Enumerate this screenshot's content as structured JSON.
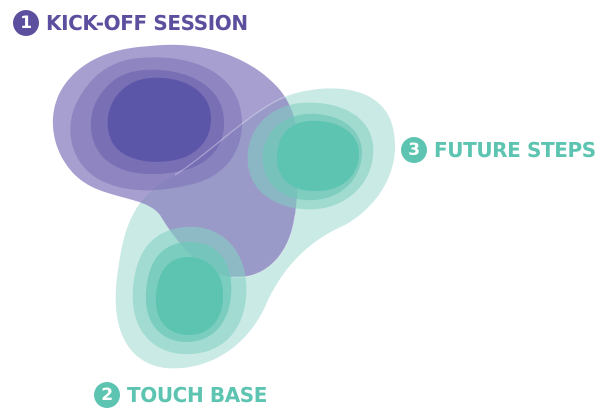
{
  "steps": [
    {
      "number": "1",
      "title": "KICK-OFF SESSION",
      "color": "#5b4f9e"
    },
    {
      "number": "2",
      "title": "TOUCH BASE",
      "color": "#5cc4b0"
    },
    {
      "number": "3",
      "title": "FUTURE STEPS",
      "color": "#5cc4b0"
    }
  ],
  "palette": {
    "purple_outer": "#8a7fbf",
    "purple_core": "#5b56a8",
    "teal_outer": "#9fd8cf",
    "teal_core": "#5cc4b0"
  }
}
